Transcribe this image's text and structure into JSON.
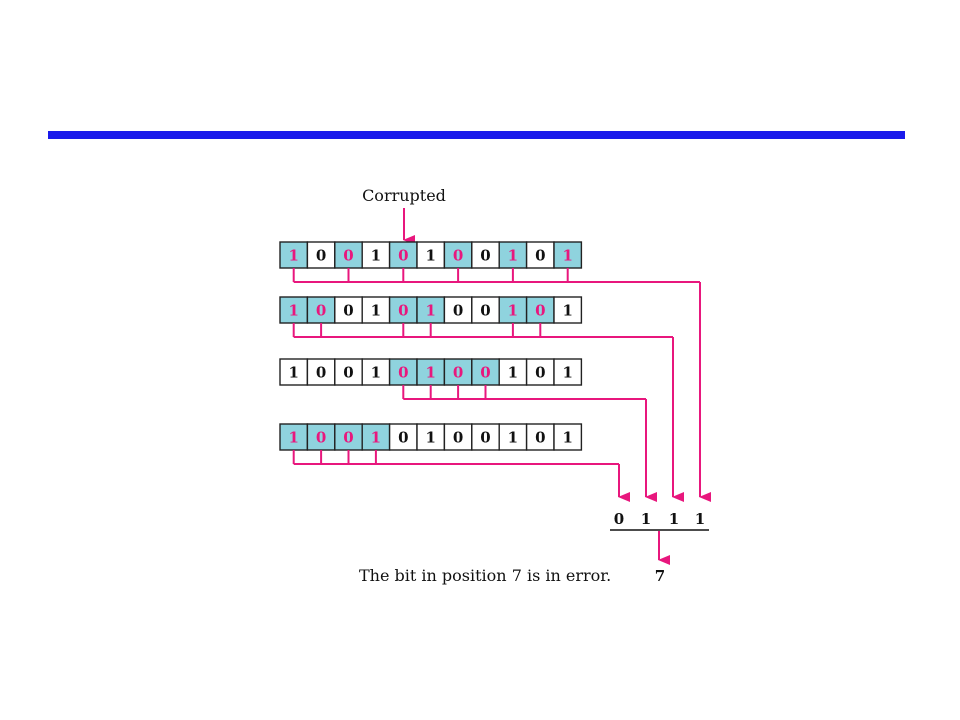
{
  "colors": {
    "rule": "#1a1aeb",
    "checked_fill": "#8fd3de",
    "plain_fill": "#ffffff",
    "checked_text": "#e8177d",
    "plain_text": "#111111",
    "connector": "#e8177d"
  },
  "corrupted_label": "Corrupted",
  "rows": [
    {
      "bits": [
        "1",
        "0",
        "0",
        "1",
        "0",
        "1",
        "0",
        "0",
        "1",
        "0",
        "1"
      ],
      "checked": [
        true,
        false,
        true,
        false,
        true,
        false,
        true,
        false,
        true,
        false,
        true
      ]
    },
    {
      "bits": [
        "1",
        "0",
        "0",
        "1",
        "0",
        "1",
        "0",
        "0",
        "1",
        "0",
        "1"
      ],
      "checked": [
        true,
        true,
        false,
        false,
        true,
        true,
        false,
        false,
        true,
        true,
        false
      ]
    },
    {
      "bits": [
        "1",
        "0",
        "0",
        "1",
        "0",
        "1",
        "0",
        "0",
        "1",
        "0",
        "1"
      ],
      "checked": [
        false,
        false,
        false,
        false,
        true,
        true,
        true,
        true,
        false,
        false,
        false
      ]
    },
    {
      "bits": [
        "1",
        "0",
        "0",
        "1",
        "0",
        "1",
        "0",
        "0",
        "1",
        "0",
        "1"
      ],
      "checked": [
        true,
        true,
        true,
        true,
        false,
        false,
        false,
        false,
        false,
        false,
        false
      ]
    }
  ],
  "result_bits": [
    "0",
    "1",
    "1",
    "1"
  ],
  "result_value": "7",
  "message": "The bit in position 7 is in error."
}
